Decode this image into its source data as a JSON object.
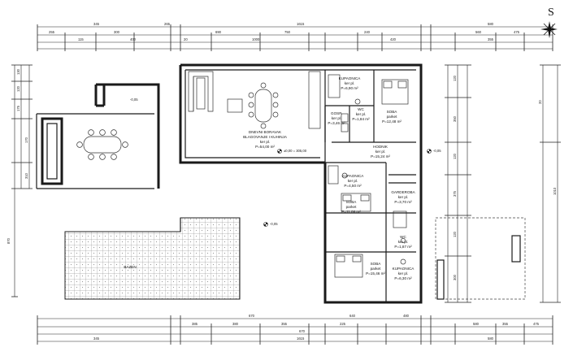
{
  "compass": {
    "north_label": "S"
  },
  "rooms": [
    {
      "id": "dnevni",
      "lines": [
        "DNEVNI BORAVAK",
        "BLAGOVANJE I KUHINJA",
        "ker pl.",
        "P=54,00 m²"
      ]
    },
    {
      "id": "kupaonica1",
      "lines": [
        "KUPAONICA",
        "ker pl.",
        "P=6,90 m²"
      ]
    },
    {
      "id": "soba1",
      "lines": [
        "SOBA",
        "parket",
        "P=12,48 m²"
      ]
    },
    {
      "id": "gosp",
      "lines": [
        "GOSP.",
        "ker pl.",
        "P=3,46 m²"
      ]
    },
    {
      "id": "wc1",
      "lines": [
        "WC",
        "ker pl.",
        "P=1,84 m²"
      ]
    },
    {
      "id": "hodnik",
      "lines": [
        "HODNIK",
        "ker pl.",
        "P=15,24 m²"
      ]
    },
    {
      "id": "kupaonica2",
      "lines": [
        "KUPAONICA",
        "ker pl.",
        "P=4,50 m²"
      ]
    },
    {
      "id": "garderoba",
      "lines": [
        "GARDEROBA",
        "ker pl.",
        "P=3,70 m²"
      ]
    },
    {
      "id": "soba2",
      "lines": [
        "SOBA",
        "parket",
        "P=11,06 m²"
      ]
    },
    {
      "id": "wc2",
      "lines": [
        "WC",
        "ker pl.",
        "P=1,87 m²"
      ]
    },
    {
      "id": "soba3",
      "lines": [
        "SOBA",
        "parket",
        "P=15,46 m²"
      ]
    },
    {
      "id": "kupaonica3",
      "lines": [
        "KUPAONICA",
        "ker pl.",
        "P=6,30 m²"
      ]
    },
    {
      "id": "bazen",
      "lines": [
        "BAZEN"
      ]
    }
  ],
  "levels": [
    {
      "id": "lvl-main",
      "text": "±0,00 = 305,00"
    },
    {
      "id": "lvl-terrace",
      "text": "-0,05"
    },
    {
      "id": "lvl-pool",
      "text": "-0,05"
    },
    {
      "id": "lvl-right",
      "text": "-0,05"
    }
  ],
  "dims": {
    "top_overall": "1615",
    "top_left": "345",
    "top_mid": "265",
    "top_right": "580",
    "bottom_overall": "1615",
    "bottom_left": "345",
    "bottom_mid": "670",
    "bottom_right": "580",
    "left_overall": "870",
    "right_overall": "1010",
    "top_row2": [
      "255",
      "300",
      "690",
      "750",
      "240",
      "560",
      "475"
    ],
    "top_row3": [
      "115",
      "400",
      "20",
      "1000",
      "420",
      "355"
    ],
    "bottom_row2": [
      "385",
      "380",
      "355",
      "225",
      "580",
      "355",
      "475"
    ],
    "bottom_row3": [
      "670",
      "640",
      "480"
    ],
    "left_row": [
      "130",
      "120",
      "175",
      "170",
      "310"
    ],
    "right_row": [
      "120",
      "350",
      "120",
      "375",
      "120",
      "300",
      "20"
    ]
  }
}
